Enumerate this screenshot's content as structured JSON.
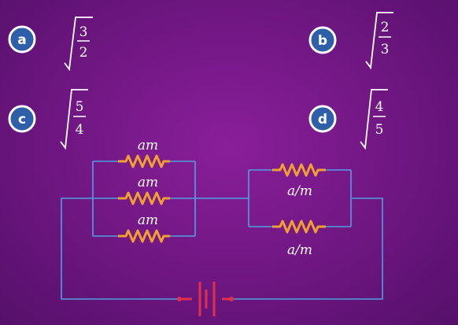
{
  "options": [
    {
      "letter": "a",
      "numerator": "3",
      "denominator": "2"
    },
    {
      "letter": "b",
      "numerator": "2",
      "denominator": "3"
    },
    {
      "letter": "c",
      "numerator": "5",
      "denominator": "4"
    },
    {
      "letter": "d",
      "numerator": "4",
      "denominator": "5"
    }
  ],
  "resistor_labels": {
    "left_top": "am",
    "left_middle": "am",
    "left_bottom": "am",
    "right_top": "a/m",
    "right_bottom": "a/m"
  },
  "colors": {
    "wire": "#4fa0e0",
    "resistor": "#f0a030",
    "battery": "#e0304a",
    "badge_fill": "#2f5fa8",
    "badge_ring": "#ffffff"
  }
}
